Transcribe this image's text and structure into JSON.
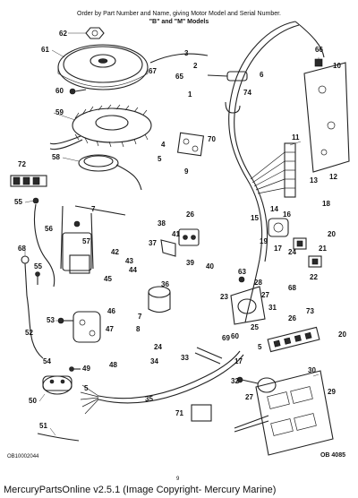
{
  "header": {
    "line1": "Order by Part Number and Name, giving Motor Model and Serial Number.",
    "line2": "\"B\" and \"M\" Models"
  },
  "callouts": [
    "62",
    "61",
    "67",
    "3",
    "2",
    "66",
    "10",
    "65",
    "6",
    "60",
    "74",
    "1",
    "59",
    "4",
    "5",
    "70",
    "11",
    "58",
    "9",
    "72",
    "13",
    "12",
    "55",
    "7",
    "14",
    "18",
    "56",
    "41",
    "38",
    "26",
    "16",
    "15",
    "20",
    "57",
    "37",
    "19",
    "40",
    "17",
    "24",
    "68",
    "42",
    "39",
    "21",
    "43",
    "22",
    "55",
    "44",
    "45",
    "36",
    "63",
    "28",
    "68",
    "27",
    "31",
    "23",
    "53",
    "46",
    "7",
    "73",
    "25",
    "8",
    "26",
    "52",
    "47",
    "60",
    "69",
    "5",
    "54",
    "20",
    "24",
    "48",
    "33",
    "17",
    "34",
    "49",
    "5",
    "32",
    "30",
    "50",
    "35",
    "27",
    "29",
    "71",
    "51"
  ],
  "corner_left": "OB10002044",
  "corner_right": "OB 4085",
  "page_number": "9",
  "footer": "MercuryPartsOnline v2.5.1 (Image Copyright- Mercury Marine)"
}
